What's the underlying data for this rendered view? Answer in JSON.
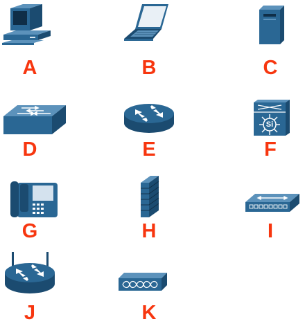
{
  "colors": {
    "label": "#f7360f",
    "icon_dark": "#1b4b70",
    "icon_mid": "#2a6794",
    "icon_light": "#5c92bb"
  },
  "items": [
    {
      "letter": "A",
      "icon": "workstation-icon"
    },
    {
      "letter": "B",
      "icon": "laptop-icon"
    },
    {
      "letter": "C",
      "icon": "server-icon"
    },
    {
      "letter": "D",
      "icon": "switch-icon"
    },
    {
      "letter": "E",
      "icon": "router-icon"
    },
    {
      "letter": "F",
      "icon": "multilayer-switch-icon",
      "badge": "Si"
    },
    {
      "letter": "G",
      "icon": "ip-phone-icon"
    },
    {
      "letter": "H",
      "icon": "firewall-icon"
    },
    {
      "letter": "I",
      "icon": "hub-icon"
    },
    {
      "letter": "J",
      "icon": "wireless-router-icon"
    },
    {
      "letter": "K",
      "icon": "atm-switch-icon"
    }
  ]
}
